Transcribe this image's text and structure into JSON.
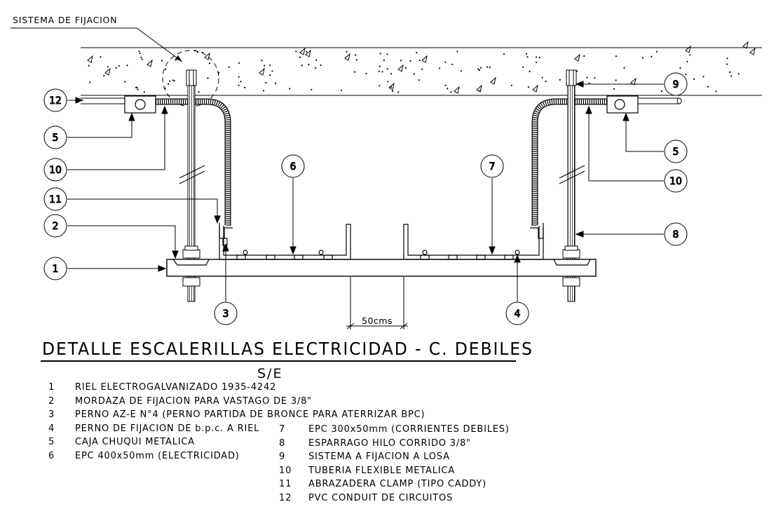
{
  "header_label": "SISTEMA DE FIJACION",
  "title": "DETALLE ESCALERILLAS ELECTRICIDAD - C. DEBILES",
  "scale": "S/E",
  "dimension_label": "50cms",
  "callouts": [
    "1",
    "2",
    "3",
    "4",
    "5",
    "5",
    "6",
    "7",
    "8",
    "9",
    "10",
    "10",
    "11",
    "12"
  ],
  "legend_left": [
    {
      "num": "1",
      "text": "RIEL ELECTROGALVANIZADO 1935-4242"
    },
    {
      "num": "2",
      "text": "MORDAZA DE FIJACION PARA VASTAGO DE 3/8\""
    },
    {
      "num": "3",
      "text": "PERNO AZ-E N°4 (PERNO PARTIDA DE BRONCE PARA ATERRIZAR BPC)"
    },
    {
      "num": "4",
      "text": "PERNO DE FIJACION DE b.p.c. A RIEL"
    },
    {
      "num": "5",
      "text": "CAJA CHUQUI METALICA"
    },
    {
      "num": "6",
      "text": "EPC 400x50mm (ELECTRICIDAD)"
    }
  ],
  "legend_right": [
    {
      "num": "7",
      "text": "EPC 300x50mm (CORRIENTES DEBILES)"
    },
    {
      "num": "8",
      "text": "ESPARRAGO HILO CORRIDO 3/8\""
    },
    {
      "num": "9",
      "text": "SISTEMA A FIJACION A LOSA"
    },
    {
      "num": "10",
      "text": "TUBERIA FLEXIBLE METALICA"
    },
    {
      "num": "11",
      "text": "ABRAZADERA CLAMP (TIPO CADDY)"
    },
    {
      "num": "12",
      "text": "PVC CONDUIT DE CIRCUITOS"
    }
  ]
}
